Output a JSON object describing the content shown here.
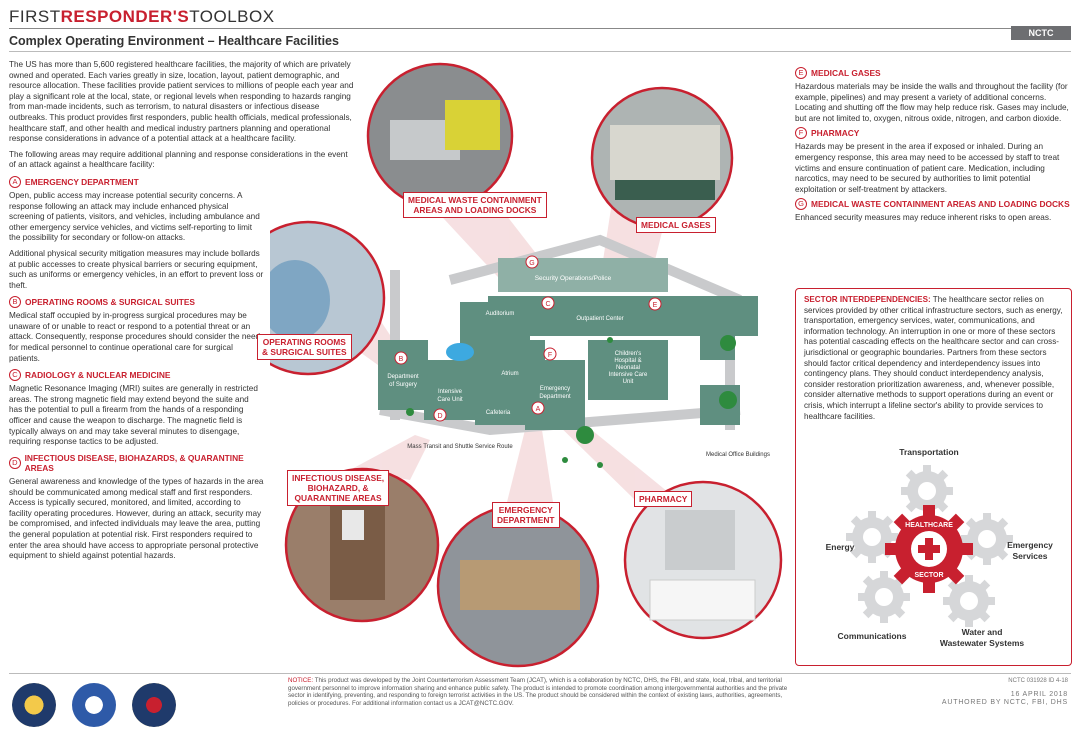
{
  "header": {
    "logo_first": "FIRST",
    "logo_mid": "RESPONDER'S",
    "logo_last": "TOOLBOX",
    "title": "Complex Operating Environment – Healthcare Facilities",
    "badge": "NCTC"
  },
  "intro": [
    "The US has more than 5,600 registered healthcare facilities, the majority of which are privately owned and operated. Each varies greatly in size, location, layout, patient demographic, and resource allocation. These facilities provide patient services to millions of people each year and play a significant role at the local, state, or regional levels when responding to hazards ranging from man-made incidents, such as terrorism, to natural disasters or infectious disease outbreaks. This product provides first responders, public health officials, medical professionals, healthcare staff, and other health and medical industry partners planning and operational response considerations in advance of a potential attack at a healthcare facility.",
    "The following areas may require additional planning and response considerations in the event of an attack against a healthcare facility:"
  ],
  "sections_left": [
    {
      "letter": "A",
      "title": "EMERGENCY DEPARTMENT",
      "paragraphs": [
        "Open, public access may increase potential security concerns. A response following an attack may include enhanced physical screening of patients, visitors, and vehicles, including ambulance and other emergency service vehicles, and victims self-reporting to limit the possibility for secondary or follow-on attacks.",
        "Additional physical security mitigation measures may include bollards at public accesses to create physical barriers or securing equipment, such as uniforms or emergency vehicles, in an effort to prevent loss or theft."
      ]
    },
    {
      "letter": "B",
      "title": "OPERATING ROOMS & SURGICAL SUITES",
      "paragraphs": [
        "Medical staff occupied by in-progress surgical procedures may be unaware of or unable to react or respond to a potential threat or an attack. Consequently, response procedures should consider the need for medical personnel to continue operational care for surgical patients."
      ]
    },
    {
      "letter": "C",
      "title": "RADIOLOGY & NUCLEAR MEDICINE",
      "paragraphs": [
        "Magnetic Resonance Imaging (MRI) suites are generally in restricted areas. The strong magnetic field may extend beyond the suite and has the potential to pull a firearm from the hands of a responding officer and cause the weapon to discharge. The magnetic field is typically always on and may take several minutes to disengage, requiring response tactics to be adjusted."
      ]
    },
    {
      "letter": "D",
      "title": "INFECTIOUS DISEASE, BIOHAZARDS, & QUARANTINE AREAS",
      "paragraphs": [
        "General awareness and knowledge of the types of hazards in the area should be communicated among medical staff and first responders. Access is typically secured, monitored, and limited, according to facility operating procedures. However, during an attack, security may be compromised, and infected individuals may leave the area, putting the general population at potential risk. First responders required to enter the area should have access to appropriate personal protective equipment to shield against potential hazards."
      ]
    }
  ],
  "sections_right": [
    {
      "letter": "E",
      "title": "MEDICAL GASES",
      "paragraphs": [
        "Hazardous materials may be inside the walls and throughout the facility (for example, pipelines) and may present a variety of additional concerns. Locating and shutting off the flow may help reduce risk. Gases may include, but are not limited to, oxygen, nitrous oxide, nitrogen, and carbon dioxide."
      ]
    },
    {
      "letter": "F",
      "title": "PHARMACY",
      "paragraphs": [
        "Hazards may be present in the area if exposed or inhaled. During an emergency response, this area may need to be accessed by staff to treat victims and ensure continuation of patient care. Medication, including narcotics, may need to be secured by authorities to limit potential exploitation or self-treatment by attackers."
      ]
    },
    {
      "letter": "G",
      "title": "MEDICAL WASTE CONTAINMENT AREAS AND LOADING DOCKS",
      "paragraphs": [
        "Enhanced security measures may reduce inherent risks to open areas."
      ]
    }
  ],
  "interdependencies": {
    "label": "SECTOR INTERDEPENDENCIES:",
    "text": " The healthcare sector relies on services provided by other critical infrastructure sectors, such as energy, transportation, emergency services, water, communications, and information technology. An interruption in one or more of these sectors has potential cascading effects on the healthcare sector and can cross-jurisdictional or geographic boundaries. Partners from these sectors should factor critical dependency and interdependency issues into contingency plans. They should conduct interdependency analysis, consider restoration prioritization awareness, and, whenever possible, consider alternative methods to support operations during an event or crisis, which interrupt a lifeline sector's ability to provide services to healthcare facilities.",
    "center": "HEALTHCARE SECTOR",
    "center_top": "HEALTHCARE",
    "center_bottom": "SECTOR",
    "gears": [
      "Transportation",
      "Emergency Services",
      "Water and Wastewater Systems",
      "Communications",
      "Energy"
    ]
  },
  "callouts": {
    "waste": "MEDICAL WASTE CONTAINMENT AREAS AND LOADING DOCKS",
    "waste_l1": "MEDICAL WASTE CONTAINMENT",
    "waste_l2": "AREAS AND LOADING DOCKS",
    "gases": "MEDICAL GASES",
    "operating": "OPERATING ROOMS & SURGICAL SUITES",
    "operating_l1": "OPERATING ROOMS",
    "operating_l2": "& SURGICAL SUITES",
    "infectious": "INFECTIOUS DISEASE, BIOHAZARD, & QUARANTINE AREAS",
    "infectious_l1": "INFECTIOUS DISEASE,",
    "infectious_l2": "BIOHAZARD, &",
    "infectious_l3": "QUARANTINE AREAS",
    "emergency": "EMERGENCY DEPARTMENT",
    "emergency_l1": "EMERGENCY",
    "emergency_l2": "DEPARTMENT",
    "pharmacy": "PHARMACY"
  },
  "map_labels": {
    "security": "Security Operations/Police",
    "outpatient": "Outpatient Center",
    "auditorium": "Auditorium",
    "children": "Children's Hospital & Neonatal Intensive Care Unit",
    "children_l1": "Children's",
    "children_l2": "Hospital &",
    "children_l3": "Neonatal",
    "children_l4": "Intensive Care",
    "children_l5": "Unit",
    "surgery": "Department of Surgery",
    "surgery_l1": "Department",
    "surgery_l2": "of Surgery",
    "icu": "Intensive Care Unit",
    "icu_l1": "Intensive",
    "icu_l2": "Care Unit",
    "atrium": "Atrium",
    "cafeteria": "Cafeteria",
    "emergency": "Emergency Department",
    "emergency_l1": "Emergency",
    "emergency_l2": "Department",
    "transit": "Mass Transit and Shuttle Service Route",
    "mob": "Medical Office Buildings",
    "letters": [
      "A",
      "B",
      "C",
      "D",
      "E",
      "F",
      "G"
    ]
  },
  "footer": {
    "notice_label": "NOTICE:",
    "notice_text": " This product was developed by the Joint Counterterrorism Assessment Team (JCAT), which is a collaboration by NCTC, DHS, the FBI, and state, local, tribal, and territorial government personnel to improve information sharing and enhance public safety. The product is intended to promote coordination among intergovernmental authorities and the private sector in identifying, preventing, and responding to foreign terrorist activities in the US. The product should be considered within the context of existing laws, authorities, agreements, policies or procedures. For additional information contact us a JCAT@NCTC.GOV.",
    "code": "NCTC 031928 ID 4-18",
    "date": "16 APRIL 2018",
    "authored": "AUTHORED BY NCTC, FBI, DHS"
  },
  "seals": [
    "director-of-national-intelligence-seal",
    "homeland-security-seal",
    "fbi-seal"
  ],
  "colors": {
    "accent": "#c8202f",
    "building": "#5f8f80",
    "gray": "#6d6e71"
  }
}
